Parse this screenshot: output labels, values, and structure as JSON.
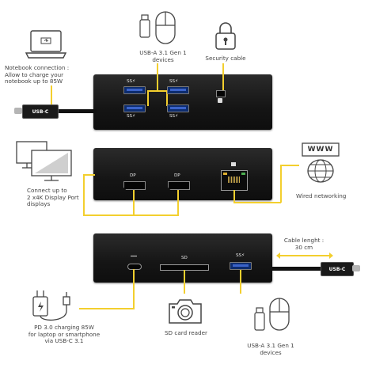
{
  "labels": {
    "notebook": [
      "Notebook connection :",
      "Allow to  charge your",
      "notebook up to 85W"
    ],
    "usb_top": [
      "USB-A 3.1 Gen 1",
      "devices"
    ],
    "security": "Security cable",
    "displays": [
      "Connect up to",
      "2 x4K Display Port",
      "displays"
    ],
    "wired": "Wired networking",
    "cable_length": [
      "Cable lenght :",
      "30 cm"
    ],
    "pd": [
      "PD 3.0 charging 85W",
      "for laptop or smartphone",
      "via USB-C 3.1"
    ],
    "sd_reader": "SD card reader",
    "usb_bottom": [
      "USB-A 3.1 Gen 1",
      "devices"
    ]
  },
  "ports": {
    "usb_c": "USB-C",
    "usb_ss": "SS⚡",
    "dp": "DP",
    "sd": "SD",
    "www": "WWW"
  },
  "colors": {
    "accent_line": "#f3cf2e",
    "dock": "#151515",
    "usb_blue": "#3b63c9"
  }
}
